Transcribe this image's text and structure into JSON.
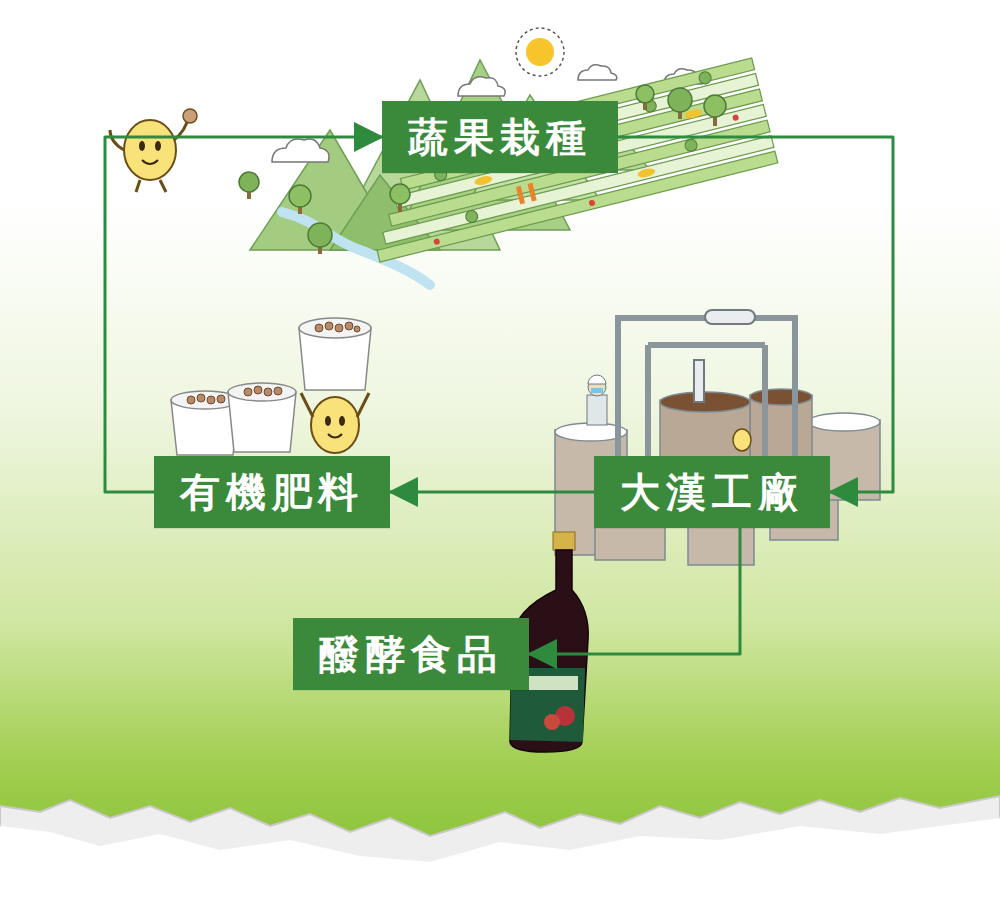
{
  "diagram": {
    "nodes": [
      {
        "text": [
          "蔬果栽種"
        ]
      },
      {
        "text": [
          "有機肥料"
        ]
      },
      {
        "text": [
          "大漢工廠"
        ]
      },
      {
        "text": [
          "醱酵食品"
        ]
      }
    ],
    "edges": [
      {
        "from": 0,
        "to": 2,
        "arrow": "to"
      },
      {
        "from": 2,
        "to": 1,
        "arrow": "to"
      },
      {
        "from": 1,
        "to": 0,
        "arrow": "to"
      },
      {
        "from": 2,
        "to": 3,
        "arrow": "to"
      }
    ]
  }
}
